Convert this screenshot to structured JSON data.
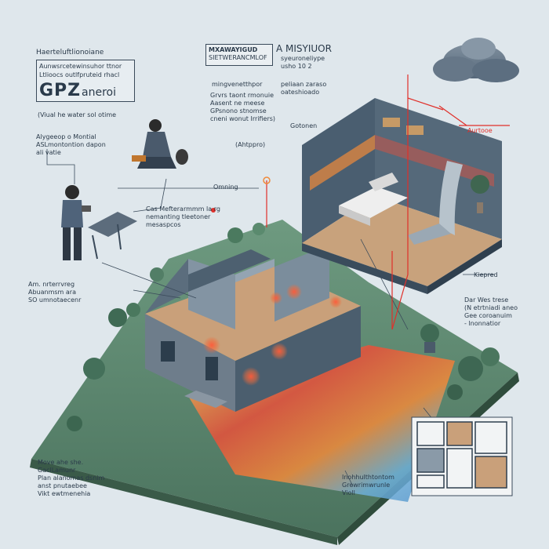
{
  "header": {
    "kicker": "Haerteluftlionoiane",
    "box_line1": "Aunwsrcetewinsuhor ttnor",
    "box_line2": "Ltlioocs outlfpruteid rhacl",
    "brand": "GPZ",
    "brand_suffix": "aneroi",
    "caption": "(Viual he water sol otime"
  },
  "legend": {
    "box_line1": "MXAWAYIGUD",
    "box_line2": "SIETWERANCMLOF",
    "title": "A MISYIUOR",
    "sub": "syeuroneliype\nusho 10 2"
  },
  "labels": {
    "marker_note": "mingvenetthpor",
    "marker_note_2": "peliaan zaraso\noateshioado",
    "desc_block": "Grvrs taont rmonuie\nAasent ne meese\nGPsnono stnomse\ncneni wonut Irrifiers)",
    "left_desc": "Alygeeop o Montial\nASLmontontion dapon\nali vatie",
    "omning": "Omning",
    "ahtppro": "(Ahtppro)",
    "gotonen": "Gotonen",
    "aurtooe": "Aurtooe",
    "car_note": "Cas Mefterarmmm la rg\nnemanting tleetoner\nmesaspcos",
    "am_note": "Am. nrterrvreg\nAbuanmsm ara\nSO umnotaecenr",
    "kiepred": "Kiepred",
    "dar_note": "Dar Wes trese\n(N etrtniadi aneo\nGee coroanuim\n- lnonnatior",
    "move_note": "Move ahe she.\nGaclLamunr\nPlan alanomas dsnim\nanst pnutaebee\nVikt ewtmenehia",
    "inst_note": "Inohhulthtontom\nGrewrimwrunle\nVioll"
  },
  "palette": {
    "sky": "#dfe7ec",
    "wall_dark": "#3f5566",
    "wall_mid": "#66798a",
    "floor": "#c9a07a",
    "roof": "#4d6070",
    "grass": "#5f8a72",
    "heat_red": "#e8503a",
    "heat_orange": "#f08a3a",
    "heat_yellow": "#f2d25a",
    "cool_blue": "#4f8fcb",
    "accent_red": "#e0302a"
  }
}
